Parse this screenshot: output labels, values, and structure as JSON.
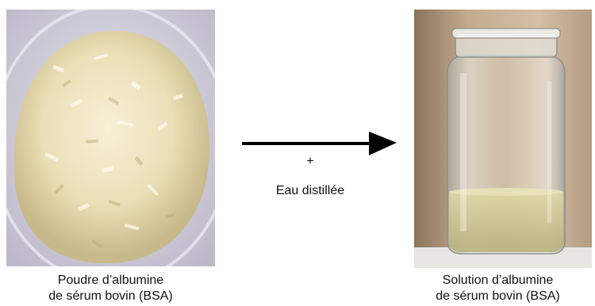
{
  "left_photo": {
    "subject": "BSA powder in petri dish",
    "colors": {
      "background": "#d4d1de",
      "powder": "#efe6c6",
      "powder_shadow": "#c8ba8c"
    }
  },
  "left_caption": {
    "line1": "Poudre d’albumine",
    "line2": "de sérum bovin (BSA)"
  },
  "reaction": {
    "plus": "+",
    "reagent": "Eau distillée"
  },
  "right_photo": {
    "subject": "BSA solution in glass vial",
    "colors": {
      "background": "#c9b296",
      "liquid": "#c9c08a",
      "glass": "#d8d9d4"
    }
  },
  "right_caption": {
    "line1": "Solution d’albumine",
    "line2": "de sérum bovin (BSA)"
  }
}
